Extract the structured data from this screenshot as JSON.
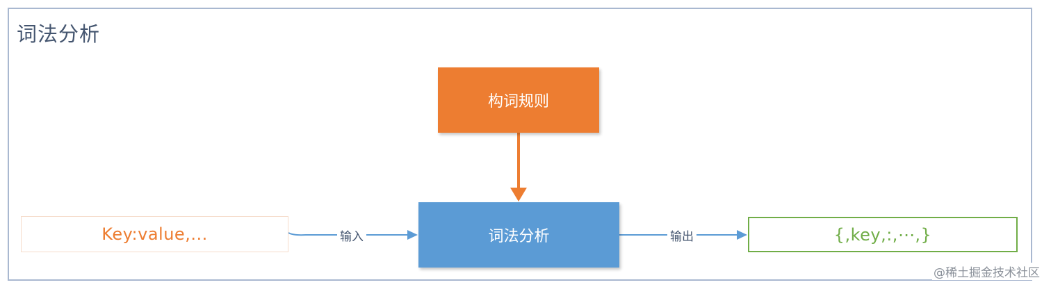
{
  "diagram": {
    "title": "词法分析",
    "nodes": {
      "rules": {
        "label": "构词规则",
        "color": "#ed7d31"
      },
      "lexer": {
        "label": "词法分析",
        "color": "#5b9bd5"
      },
      "input": {
        "label": "Key:value,...",
        "color": "#ed7d31"
      },
      "output": {
        "label": "{,key,:,⋯,}",
        "color": "#70ad47"
      }
    },
    "edges": [
      {
        "from": "rules",
        "to": "lexer",
        "label": ""
      },
      {
        "from": "input",
        "to": "lexer",
        "label": "输入"
      },
      {
        "from": "lexer",
        "to": "output",
        "label": "输出"
      }
    ],
    "colors": {
      "frame": "#a9b8d0",
      "arrow_blue": "#5b9bd5",
      "arrow_orange": "#ed7d31"
    }
  },
  "watermark": "@稀土掘金技术社区"
}
